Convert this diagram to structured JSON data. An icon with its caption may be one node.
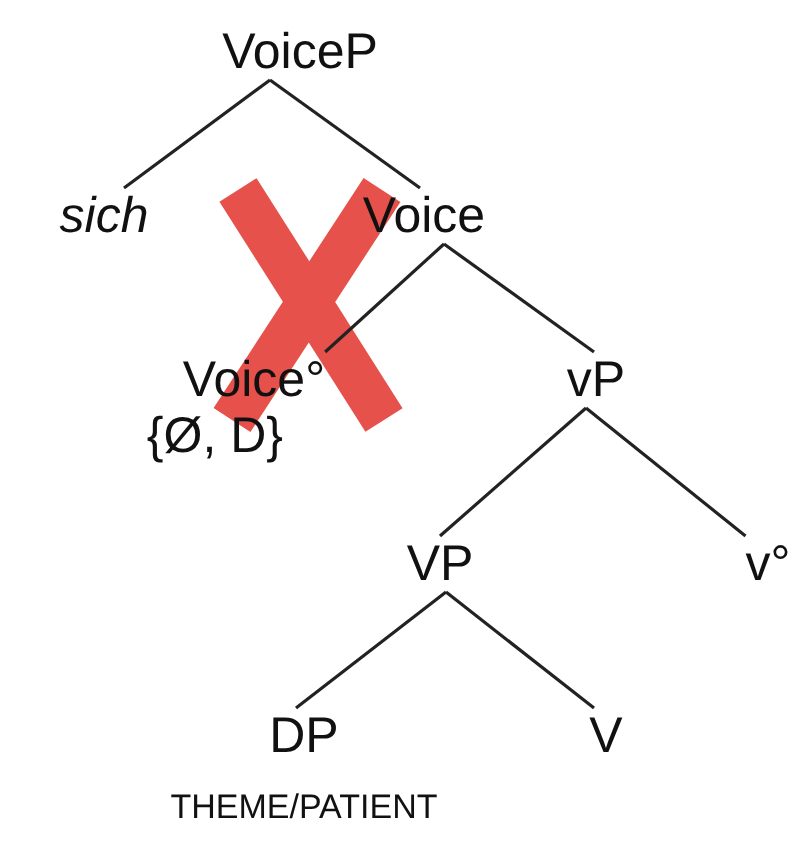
{
  "diagram": {
    "nodes": [
      {
        "text": [
          "VoiceP"
        ]
      },
      {
        "text": [
          "sich"
        ]
      },
      {
        "text": [
          "Voice"
        ]
      },
      {
        "text": [
          "Voice°",
          "{Ø, D}"
        ]
      },
      {
        "text": [
          "vP"
        ]
      },
      {
        "text": [
          "VP"
        ]
      },
      {
        "text": [
          "v°"
        ]
      },
      {
        "text": [
          "DP",
          "THEME/PATIENT"
        ]
      },
      {
        "text": [
          "V"
        ]
      }
    ],
    "edges": [
      {
        "from": 0,
        "to": 1,
        "arrow": "none"
      },
      {
        "from": 0,
        "to": 2,
        "arrow": "none"
      },
      {
        "from": 2,
        "to": 3,
        "arrow": "none"
      },
      {
        "from": 2,
        "to": 4,
        "arrow": "none"
      },
      {
        "from": 4,
        "to": 5,
        "arrow": "none"
      },
      {
        "from": 4,
        "to": 6,
        "arrow": "none"
      },
      {
        "from": 5,
        "to": 7,
        "arrow": "none"
      },
      {
        "from": 5,
        "to": 8,
        "arrow": "none"
      }
    ]
  }
}
